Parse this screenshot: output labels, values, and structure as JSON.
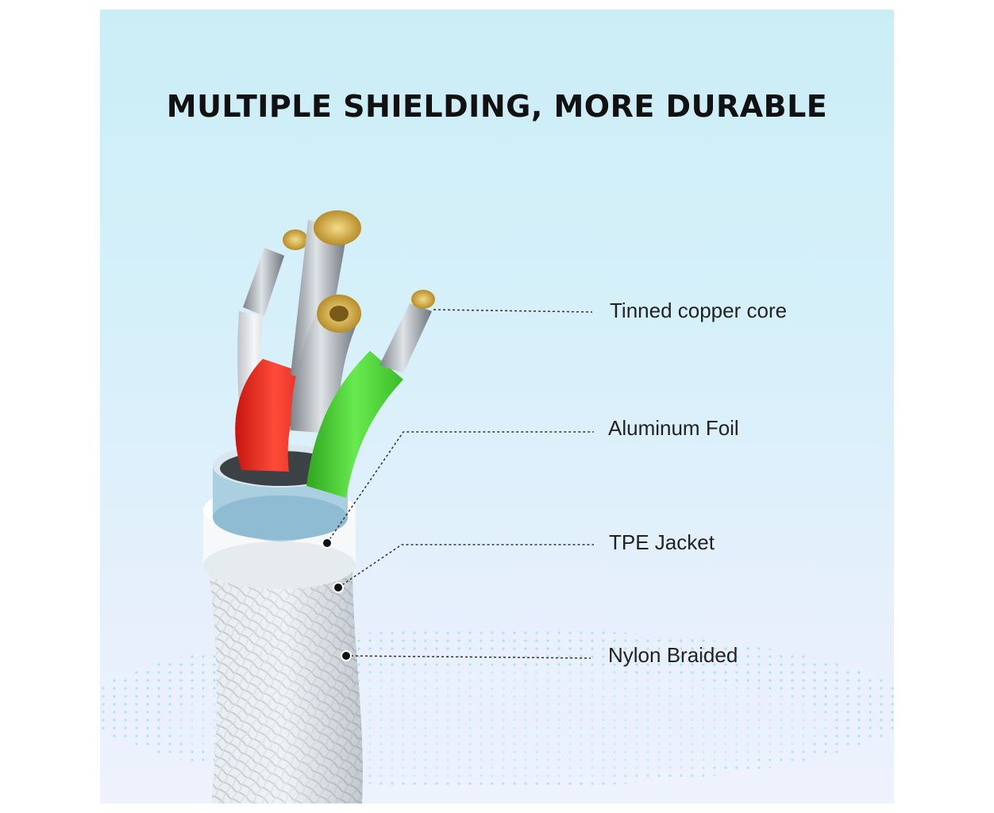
{
  "title": "MULTIPLE SHIELDING, MORE DURABLE",
  "layers": [
    {
      "label": "Tinned copper core"
    },
    {
      "label": "Aluminum Foil"
    },
    {
      "label": "TPE Jacket"
    },
    {
      "label": "Nylon Braided"
    }
  ],
  "colors": {
    "background_top": "#cbeef6",
    "background_bottom": "#eef2fd",
    "wire_red": "#f0342a",
    "wire_green": "#4fd83a",
    "wire_white": "#e8eaec",
    "copper": "#d8b44a",
    "foil": "#9fc6d8",
    "jacket": "#f7f9fa",
    "braid": "#e9edf0"
  }
}
